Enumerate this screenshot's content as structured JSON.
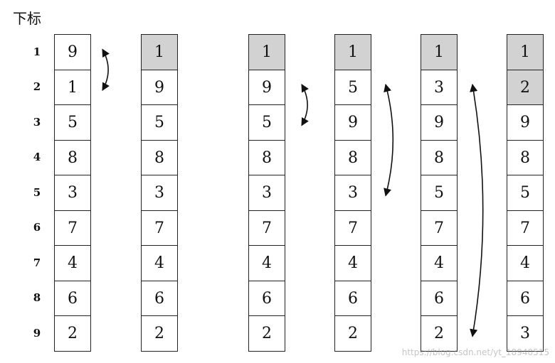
{
  "index_header": "下标",
  "indices": [
    "1",
    "2",
    "3",
    "4",
    "5",
    "6",
    "7",
    "8",
    "9"
  ],
  "columns": [
    {
      "values": [
        "9",
        "1",
        "5",
        "8",
        "3",
        "7",
        "4",
        "6",
        "2"
      ],
      "sorted_count": 0,
      "swap": [
        0,
        1
      ]
    },
    {
      "values": [
        "1",
        "9",
        "5",
        "8",
        "3",
        "7",
        "4",
        "6",
        "2"
      ],
      "sorted_count": 1,
      "swap": null
    },
    {
      "values": [
        "1",
        "9",
        "5",
        "8",
        "3",
        "7",
        "4",
        "6",
        "2"
      ],
      "sorted_count": 1,
      "swap": [
        1,
        2
      ]
    },
    {
      "values": [
        "1",
        "5",
        "9",
        "8",
        "3",
        "7",
        "4",
        "6",
        "2"
      ],
      "sorted_count": 1,
      "swap": [
        1,
        4
      ]
    },
    {
      "values": [
        "1",
        "3",
        "9",
        "8",
        "5",
        "7",
        "4",
        "6",
        "2"
      ],
      "sorted_count": 1,
      "swap": [
        1,
        8
      ]
    },
    {
      "values": [
        "1",
        "2",
        "9",
        "8",
        "5",
        "7",
        "4",
        "6",
        "3"
      ],
      "sorted_count": 2,
      "swap": null
    }
  ],
  "colors": {
    "sorted_fill": "#d2d2d2",
    "border": "#222222",
    "arrow": "#111111"
  },
  "watermark": "https://blog.csdn.net/yt_18940515"
}
